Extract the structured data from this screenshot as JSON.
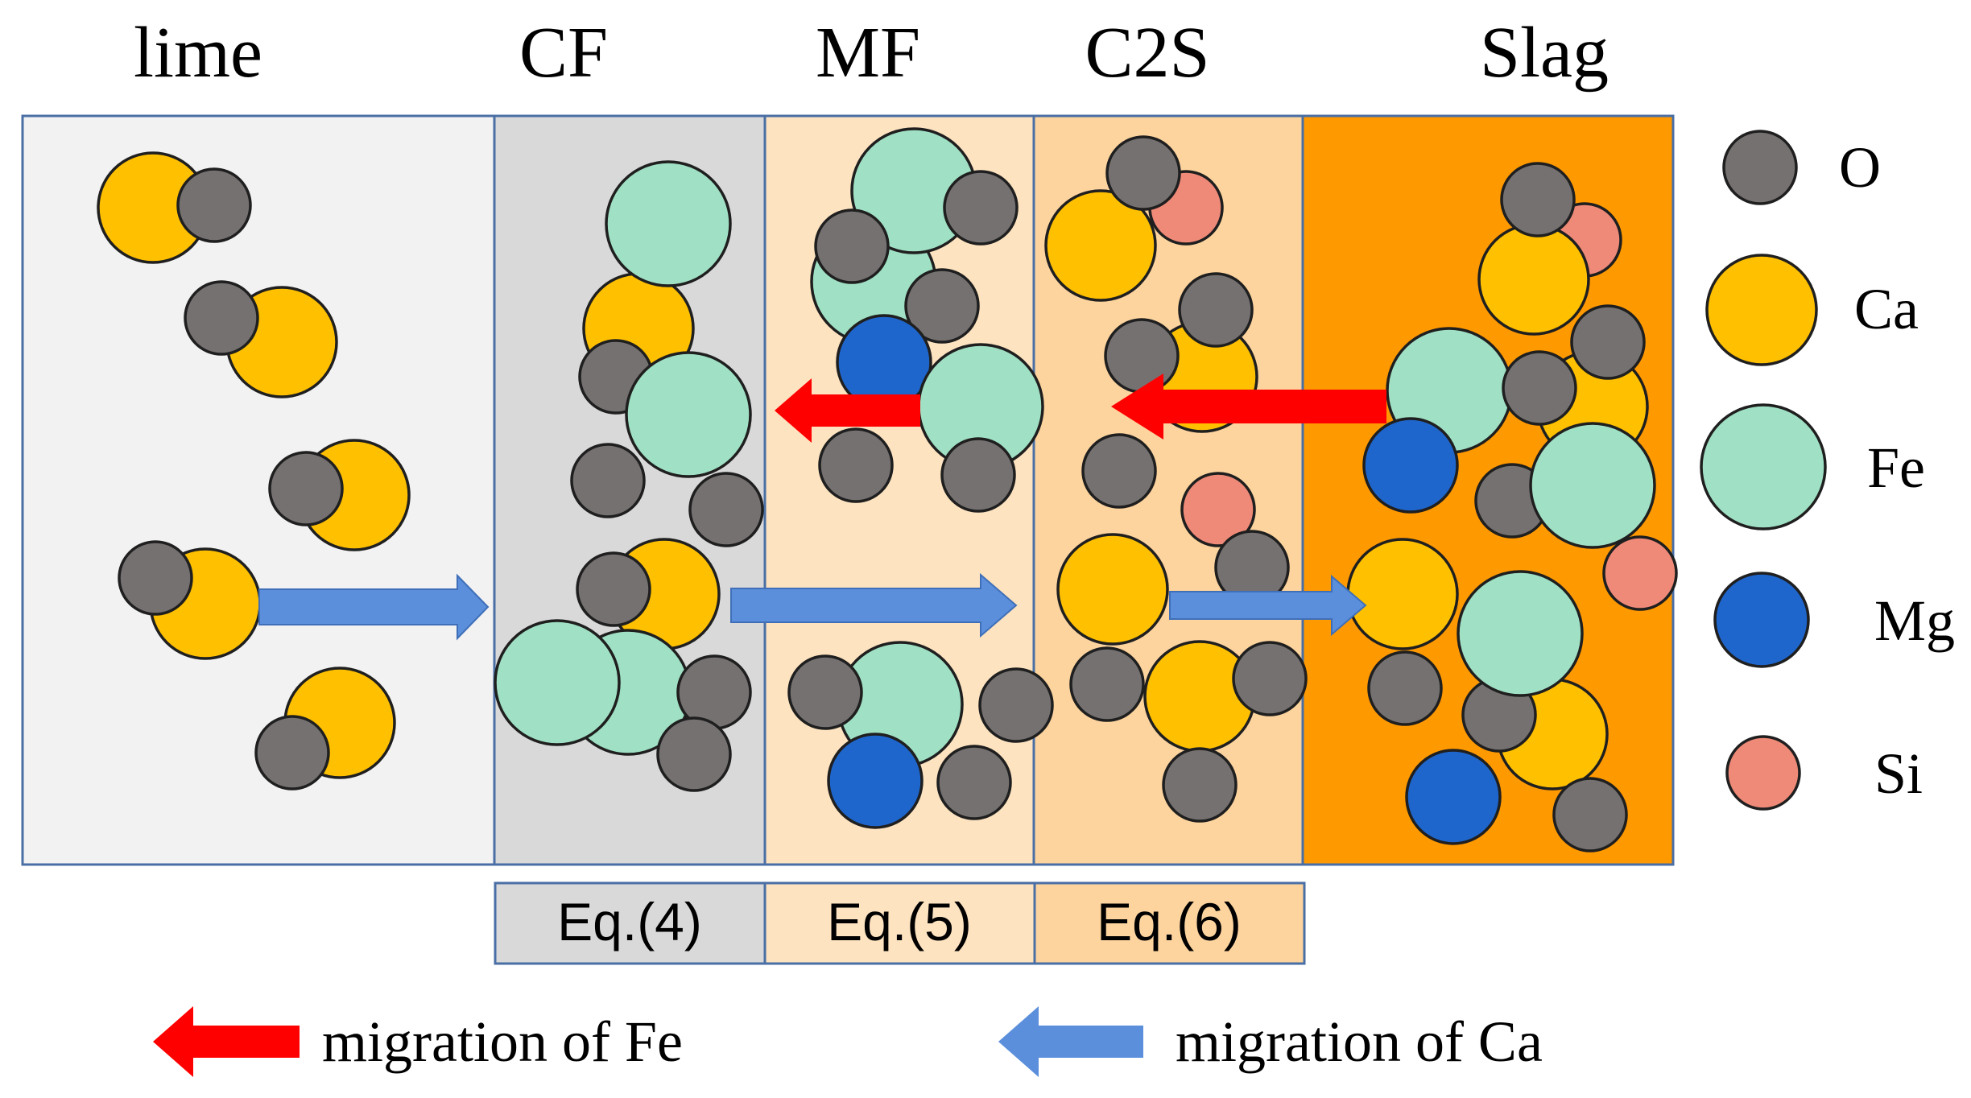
{
  "phase_titles": {
    "lime": "lime",
    "cf": "CF",
    "mf": "MF",
    "c2s": "C2S",
    "slag": "Slag"
  },
  "equations": {
    "cf": "Eq.(4)",
    "mf": "Eq.(5)",
    "c2s": "Eq.(6)"
  },
  "legend": {
    "o": "O",
    "ca": "Ca",
    "fe": "Fe",
    "mg": "Mg",
    "si": "Si"
  },
  "arrow_legend": {
    "fe": "migration of Fe",
    "ca": "migration of Ca"
  },
  "colors": {
    "o": "#767171",
    "ca": "#ffc000",
    "fe": "#a0e0c4",
    "mg": "#1f66cc",
    "si": "#ef8a78",
    "zone_lime": "#f2f2f2",
    "zone_cf": "#d9d9d9",
    "zone_mf": "#fde3c0",
    "zone_c2s": "#fdd49e",
    "zone_slag": "#ff9900",
    "border": "#4a6fa5",
    "fe_arrow": "#ff0000",
    "ca_arrow": "#5b8fdc"
  }
}
